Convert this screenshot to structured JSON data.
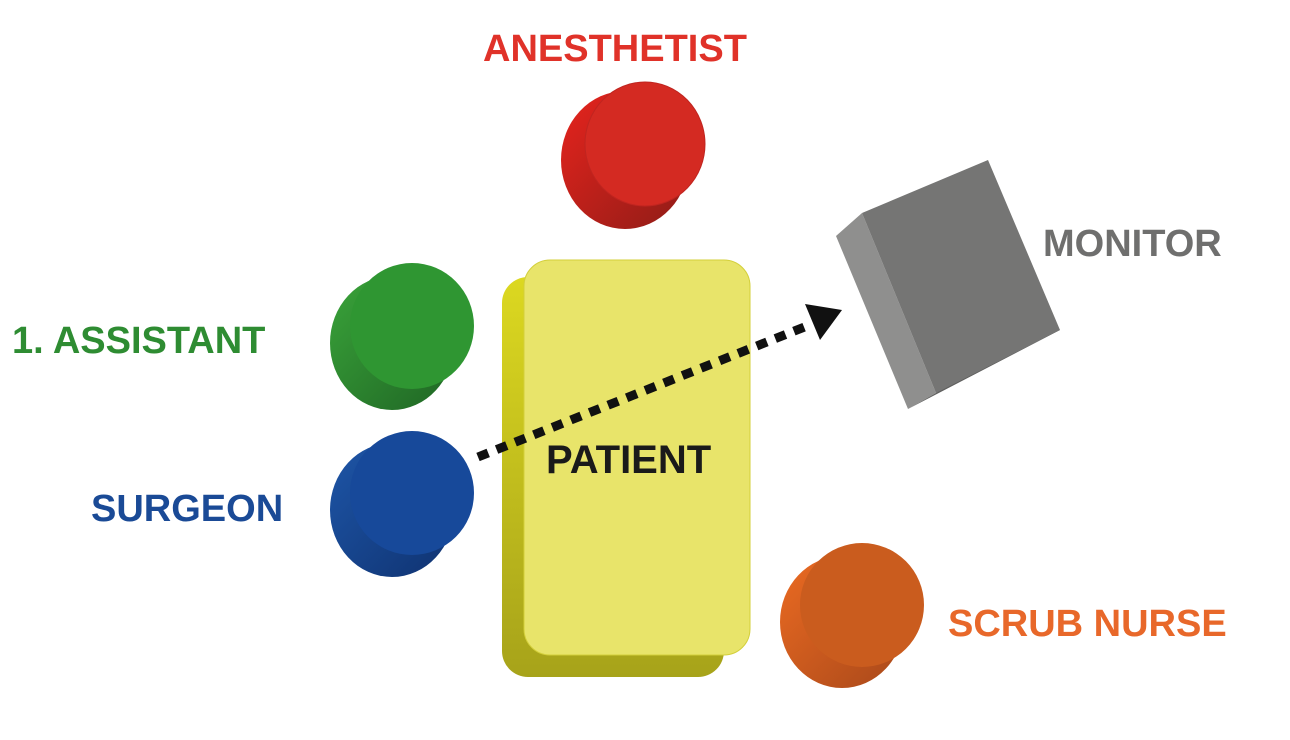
{
  "labels": {
    "anesthetist": "ANESTHETIST",
    "monitor": "MONITOR",
    "assistant": "1. ASSISTANT",
    "surgeon": "SURGEON",
    "patient": "PATIENT",
    "scrub_nurse": "SCRUB NURSE"
  },
  "colors": {
    "anesthetist": "#e03229",
    "monitor": "#6f6f6e",
    "assistant": "#2e8c32",
    "surgeon": "#1a4a96",
    "patient_text": "#1a1a1a",
    "scrub_nurse": "#e8682a",
    "table_top": "#e8e46a",
    "table_side": "#c9c41a",
    "arrow": "#111111"
  },
  "icons": {
    "anesthetist": "person-disc-icon",
    "assistant": "person-disc-icon",
    "surgeon": "person-disc-icon",
    "scrub_nurse": "person-disc-icon",
    "monitor": "monitor-box-icon"
  }
}
